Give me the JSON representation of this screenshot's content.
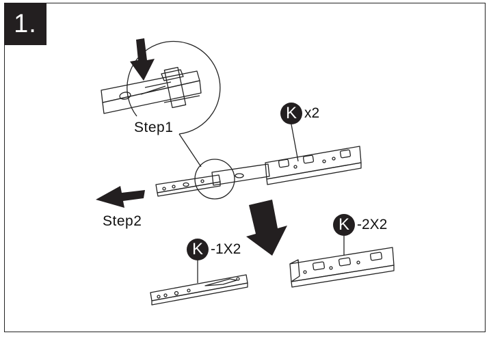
{
  "step_number": "1.",
  "labels": {
    "step1": "Step1",
    "step2": "Step2"
  },
  "parts": [
    {
      "letter": "K",
      "qty": "x2"
    },
    {
      "letter": "K",
      "qty": "-1X2"
    },
    {
      "letter": "K",
      "qty": "-2X2"
    }
  ],
  "colors": {
    "ink": "#231f20",
    "line": "#222222",
    "background": "#ffffff"
  }
}
